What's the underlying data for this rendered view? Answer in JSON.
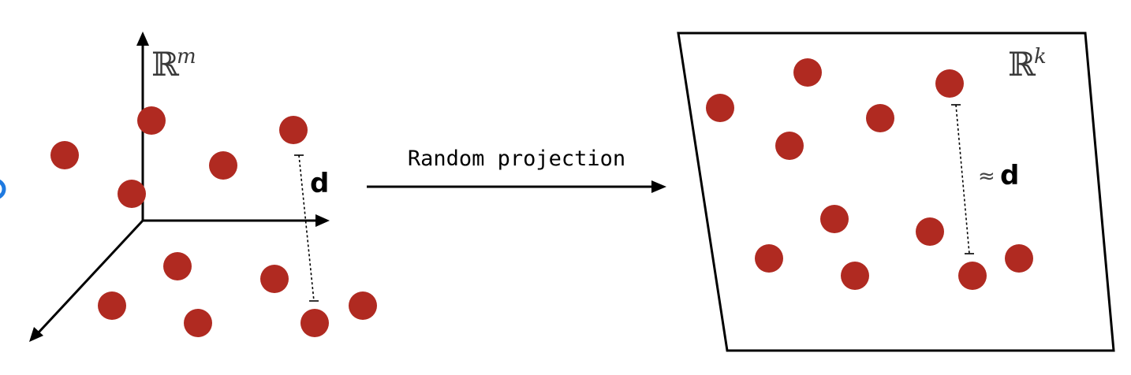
{
  "colors": {
    "point": "#b02a21",
    "edge_circle": "#1f7ae0",
    "stroke": "#000000"
  },
  "left_space": {
    "label": "ℝ",
    "exponent": "m",
    "distance_label": "d"
  },
  "right_space": {
    "label": "ℝ",
    "exponent": "k",
    "distance_label_prefix": "≈",
    "distance_label": "d"
  },
  "arrow": {
    "label": "Random projection"
  }
}
